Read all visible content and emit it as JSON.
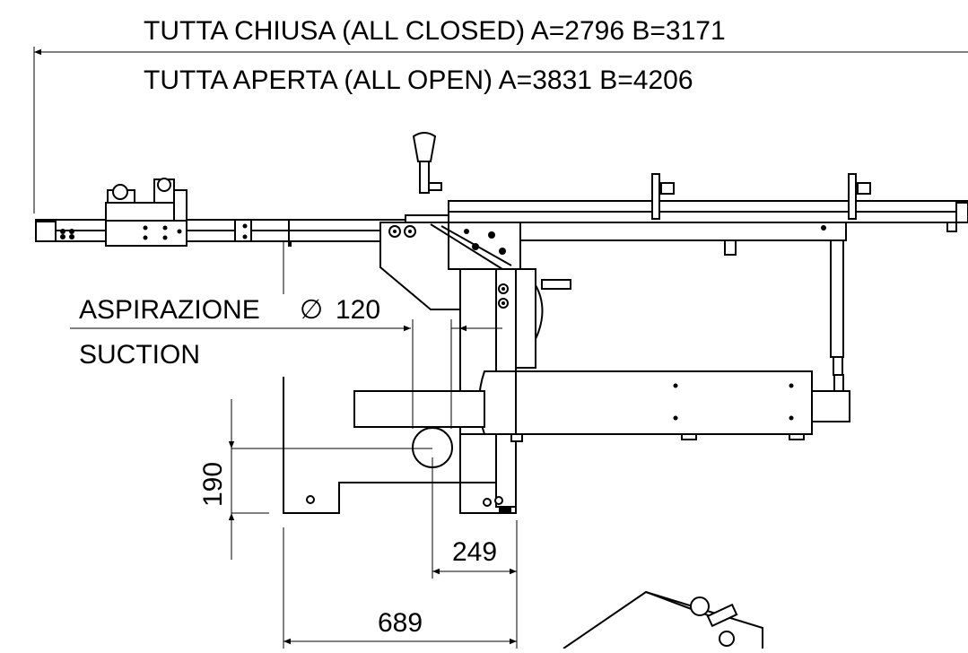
{
  "dimensions": {
    "overall_closed": "TUTTA CHIUSA (ALL CLOSED) A=2796 B=3171",
    "overall_open": "TUTTA APERTA (ALL OPEN) A=3831 B=4206",
    "suction_it": "ASPIRAZIONE",
    "suction_symbol": "∅",
    "suction_diameter": "120",
    "suction_en": "SUCTION",
    "height_190": "190",
    "width_249": "249",
    "width_689": "689"
  },
  "colors": {
    "line": "#000000",
    "background": "#ffffff"
  }
}
